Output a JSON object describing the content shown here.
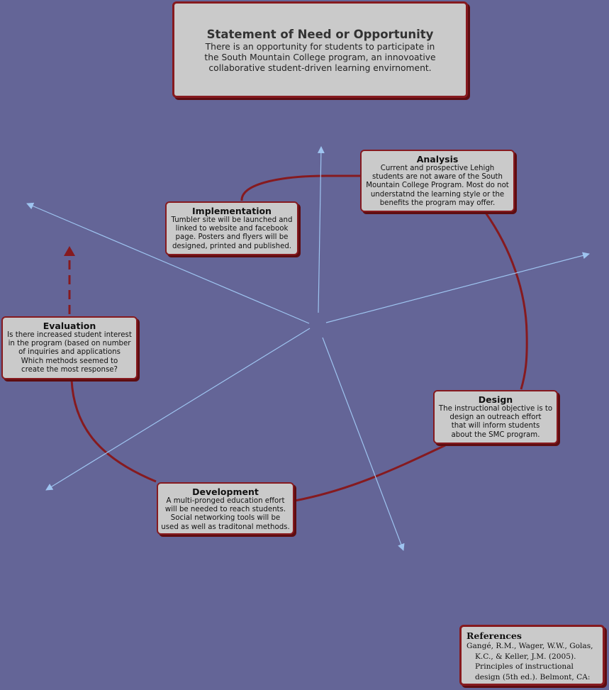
{
  "need": {
    "title": "Statement of Need or Opportunity",
    "body": "There is an opportunity for students to participate in\nthe South Mountain College program, an innovoative\ncollaborative student-driven learning envirnoment."
  },
  "phases": {
    "analysis": {
      "title": "Analysis",
      "body": "Current and prospective Lehigh\nstudents are not aware of the South\nMountain College Program. Most do not\nunderstatnd the learning style or the\nbenefits the program may offer."
    },
    "implementation": {
      "title": "Implementation",
      "body": "Tumbler site will be launched and\nlinked to website and facebook\npage. Posters and flyers will be\ndesigned, printed and published."
    },
    "evaluation": {
      "title": "Evaluation",
      "body": "Is there increased student interest\nin the program (based on number\nof inquiries and applications\nWhich methods seemed to\ncreate the most response?"
    },
    "design": {
      "title": "Design",
      "body": "The instructional objective is to\ndesign an outreach effort\nthat will inform students\nabout the SMC program."
    },
    "development": {
      "title": "Development",
      "body": "A multi-pronged education effort\nwill be needed to reach students.\nSocial networking tools will be\nused as well as traditonal methods."
    }
  },
  "references": {
    "title": "References",
    "body": "Gangé, R.M., Wager, W.W., Golas, K.C., & Keller, J.M. (2005). Principles of instructional design (5th ed.). Belmont, CA: Wadsworth."
  },
  "colors": {
    "background": "#646597",
    "cycle_line": "#861a1f",
    "spoke_arrows": "#9ec4f0",
    "box_fill": "#cacaca"
  }
}
